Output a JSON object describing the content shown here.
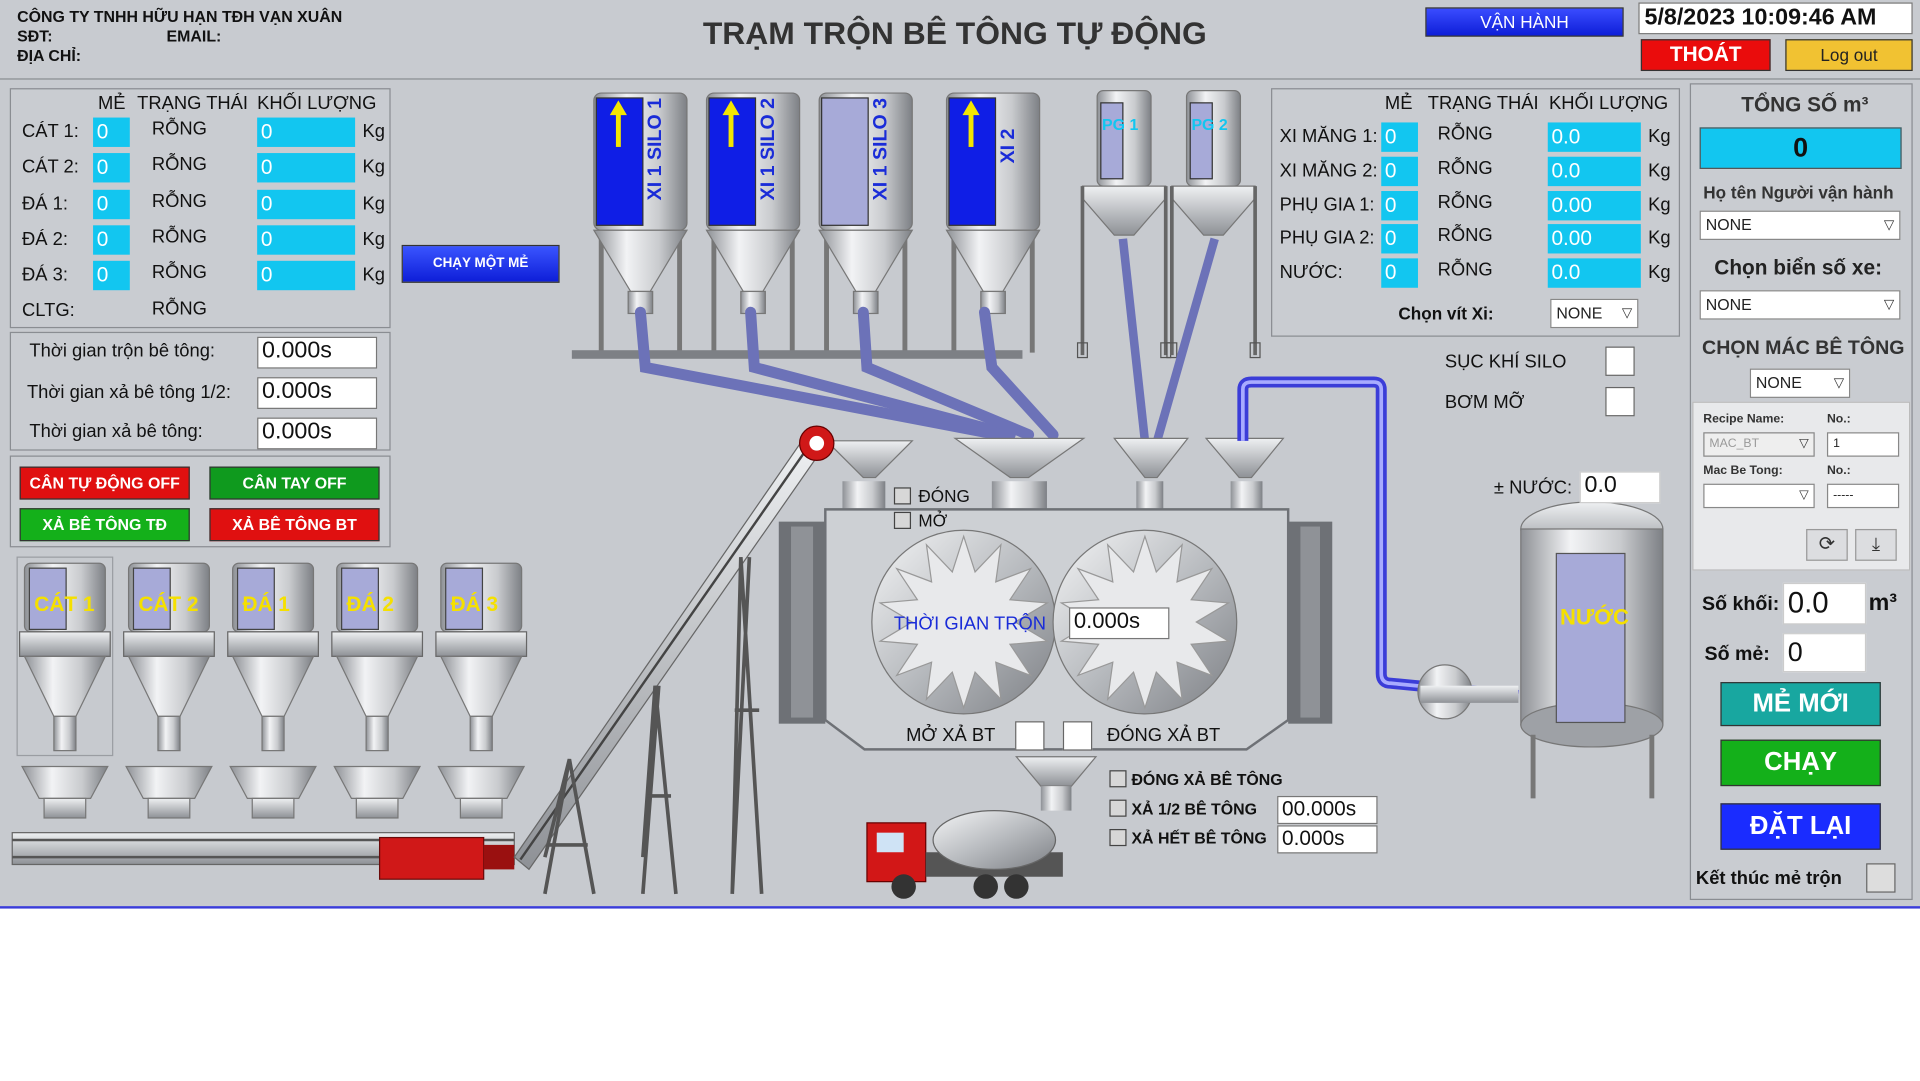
{
  "company": {
    "name": "CÔNG TY TNHH HỮU HẠN TĐH VẠN XUÂN",
    "phone_label": "SĐT:",
    "email_label": "EMAIL:",
    "address_label": "ĐỊA CHỈ:"
  },
  "header": {
    "title": "TRẠM TRỘN BÊ TÔNG TỰ ĐỘNG",
    "mode_label": "VẬN HÀNH",
    "datetime": "5/8/2023 10:09:46 AM",
    "exit_label": "THOÁT",
    "logout_label": "Log out"
  },
  "aggregates": {
    "col_batch": "MẺ",
    "col_status": "TRẠNG THÁI",
    "col_weight": "KHỐI LƯỢNG",
    "unit": "Kg",
    "rows": [
      {
        "name": "CÁT 1:",
        "batch": "0",
        "status": "RỖNG",
        "weight": "0"
      },
      {
        "name": "CÁT 2:",
        "batch": "0",
        "status": "RỖNG",
        "weight": "0"
      },
      {
        "name": "ĐÁ 1:",
        "batch": "0",
        "status": "RỖNG",
        "weight": "0"
      },
      {
        "name": "ĐÁ 2:",
        "batch": "0",
        "status": "RỖNG",
        "weight": "0"
      },
      {
        "name": "ĐÁ 3:",
        "batch": "0",
        "status": "RỖNG",
        "weight": "0"
      }
    ],
    "cltg_label": "CLTG:",
    "cltg_status": "RỖNG"
  },
  "times": {
    "mix_label": "Thời gian trộn bê tông:",
    "mix_value": "0.000s",
    "half_label": "Thời gian xả bê tông 1/2:",
    "half_value": "0.000s",
    "full_label": "Thời gian xả bê tông:",
    "full_value": "0.000s"
  },
  "controls": {
    "auto_scale": "CÂN TỰ ĐỘNG OFF",
    "manual_scale": "CÂN TAY OFF",
    "auto_discharge": "XẢ BÊ TÔNG TĐ",
    "manual_discharge": "XẢ BÊ TÔNG BT",
    "run_one_batch": "CHẠY MỘT MẺ"
  },
  "bins": [
    "CÁT 1",
    "CÁT 2",
    "ĐÁ 1",
    "ĐÁ 2",
    "ĐÁ 3"
  ],
  "silos": [
    "XI 1 SILO 1",
    "XI 1 SILO 2",
    "XI 1 SILO 3",
    "XI 2"
  ],
  "pg_tanks": [
    "PG 1",
    "PG 2"
  ],
  "cement": {
    "col_batch": "MẺ",
    "col_status": "TRẠNG THÁI",
    "col_weight": "KHỐI LƯỢNG",
    "unit": "Kg",
    "rows": [
      {
        "name": "XI MĂNG 1:",
        "batch": "0",
        "status": "RỖNG",
        "weight": "0.0"
      },
      {
        "name": "XI MĂNG 2:",
        "batch": "0",
        "status": "RỖNG",
        "weight": "0.0"
      },
      {
        "name": "PHỤ GIA 1:",
        "batch": "0",
        "status": "RỖNG",
        "weight": "0.00"
      },
      {
        "name": "PHỤ GIA 2:",
        "batch": "0",
        "status": "RỖNG",
        "weight": "0.00"
      },
      {
        "name": "NƯỚC:",
        "batch": "0",
        "status": "RỖNG",
        "weight": "0.0"
      }
    ],
    "screw_label": "Chọn vít Xi:",
    "screw_value": "NONE"
  },
  "mixer": {
    "close_label": "ĐÓNG",
    "open_label": "MỞ",
    "mix_time_label": "THỜI GIAN TRỘN",
    "mix_time_value": "0.000s",
    "open_discharge": "MỞ XẢ BT",
    "close_discharge": "ĐÓNG XẢ BT",
    "close_concrete": "ĐÓNG XẢ BÊ TÔNG",
    "half_concrete": "XẢ 1/2 BÊ TÔNG",
    "half_value": "00.000s",
    "full_concrete": "XẢ HẾT BÊ TÔNG",
    "full_value": "0.000s"
  },
  "aux": {
    "air_label": "SỤC KHÍ SILO",
    "grease_label": "BƠM MỠ",
    "water_adj_label": "± NƯỚC:",
    "water_adj_value": "0.0",
    "water_tank": "NƯỚC"
  },
  "right_panel": {
    "total_label": "TỔNG SỐ m³",
    "total_value": "0",
    "operator_label": "Họ tên Người vận hành",
    "operator_value": "NONE",
    "plate_label": "Chọn biển số xe:",
    "plate_value": "NONE",
    "grade_label": "CHỌN MÁC BÊ TÔNG",
    "grade_value": "NONE",
    "recipe_name_label": "Recipe Name:",
    "recipe_name_value": "MAC_BT",
    "no_label": "No.:",
    "recipe_no": "1",
    "mac_label": "Mac Be Tong:",
    "mac_no_label": "No.:",
    "mac_no_value": "-----",
    "volume_label": "Số khối:",
    "volume_value": "0.0",
    "volume_unit": "m³",
    "batch_label": "Số mẻ:",
    "batch_value": "0",
    "new_batch": "MẺ MỚI",
    "run": "CHẠY",
    "reset": "ĐẶT LẠI",
    "end_batch": "Kết thúc mẻ trộn"
  },
  "colors": {
    "cyan": "#12c6f0",
    "green": "#14b01a",
    "red": "#e01010",
    "blue": "#1a2cff",
    "teal": "#18a7a0"
  }
}
